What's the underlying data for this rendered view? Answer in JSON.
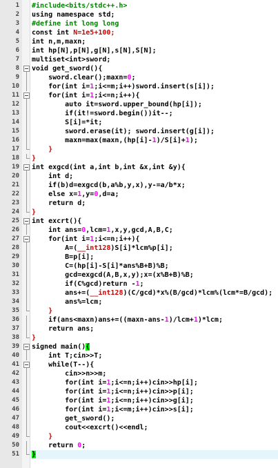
{
  "editor": {
    "lines": [
      {
        "n": "1",
        "fold": "",
        "html": "<span class=\"c-pre\">#include&lt;bits/stdc++.h&gt;</span>"
      },
      {
        "n": "2",
        "fold": "",
        "html": "using namespace std;"
      },
      {
        "n": "3",
        "fold": "",
        "html": "<span class=\"c-pre\">#define int long long</span>"
      },
      {
        "n": "4",
        "fold": "",
        "html": "const int <span class=\"c-red\">N=1e5+100;</span>"
      },
      {
        "n": "5",
        "fold": "",
        "html": "int n,m,maxn;"
      },
      {
        "n": "6",
        "fold": "",
        "html": "int hp[N],p[N],g[N],s[N],S[N];"
      },
      {
        "n": "7",
        "fold": "",
        "html": "multiset&lt;int&gt;sword;"
      },
      {
        "n": "8",
        "fold": "open",
        "html": "void get_sword(){"
      },
      {
        "n": "9",
        "fold": "line",
        "html": "    sword.clear();maxn=<span class=\"c-num\">0</span>;"
      },
      {
        "n": "10",
        "fold": "line",
        "html": "    for(int i=<span class=\"c-num\">1</span>;i&lt;=m;i++)sword.insert(s[i]);"
      },
      {
        "n": "11",
        "fold": "open",
        "html": "    for(int i=<span class=\"c-num\">1</span>;i&lt;=n;i++){"
      },
      {
        "n": "12",
        "fold": "line",
        "html": "        auto it=sword.upper_bound(hp[i]);"
      },
      {
        "n": "13",
        "fold": "line",
        "html": "        if(it!=sword.begin())it--;"
      },
      {
        "n": "14",
        "fold": "line",
        "html": "        S[i]=*it;"
      },
      {
        "n": "15",
        "fold": "line",
        "html": "        sword.erase(it); sword.insert(g[i]);"
      },
      {
        "n": "16",
        "fold": "line",
        "html": "        maxn=max(maxn,(hp[i]-<span class=\"c-num\">1</span>)/S[i]+<span class=\"c-num\">1</span>);"
      },
      {
        "n": "17",
        "fold": "end",
        "html": "    <span class=\"c-red\">}</span>"
      },
      {
        "n": "18",
        "fold": "end",
        "html": "<span class=\"c-red\">}</span>"
      },
      {
        "n": "19",
        "fold": "open",
        "html": "int exgcd(int a,int b,int &amp;x,int &amp;y){"
      },
      {
        "n": "20",
        "fold": "line",
        "html": "    int d;"
      },
      {
        "n": "21",
        "fold": "line",
        "html": "    if(b)d=exgcd(b,a%b,y,x),y-=a/b*x;"
      },
      {
        "n": "22",
        "fold": "line",
        "html": "    else x=<span class=\"c-num\">1</span>,y=<span class=\"c-num\">0</span>,d=a;"
      },
      {
        "n": "23",
        "fold": "line",
        "html": "    return d;"
      },
      {
        "n": "24",
        "fold": "end",
        "html": "<span class=\"c-red\">}</span>"
      },
      {
        "n": "25",
        "fold": "open",
        "html": "int excrt(){"
      },
      {
        "n": "26",
        "fold": "line",
        "html": "    int ans=<span class=\"c-num\">0</span>,lcm=<span class=\"c-num\">1</span>,x,y,gcd,A,B,C;"
      },
      {
        "n": "27",
        "fold": "open",
        "html": "    for(int i=<span class=\"c-num\">1</span>;i&lt;=n;i++){"
      },
      {
        "n": "28",
        "fold": "line",
        "html": "        A=(<span class=\"c-red\">__int128</span>)S[i]*lcm%p[i];"
      },
      {
        "n": "29",
        "fold": "line",
        "html": "        B=p[i];"
      },
      {
        "n": "30",
        "fold": "line",
        "html": "        C=(hp[i]-S[i]*ans%B+B)%B;"
      },
      {
        "n": "31",
        "fold": "line",
        "html": "        gcd=exgcd(A,B,x,y);x=(x%B+B)%B;"
      },
      {
        "n": "32",
        "fold": "line",
        "html": "        if(C%gcd)return -<span class=\"c-num\">1</span>;"
      },
      {
        "n": "33",
        "fold": "line",
        "html": "        ans+=(<span class=\"c-red\">__int128</span>)(C/gcd)*x%(B/gcd)*lcm%(lcm*=B/gcd);"
      },
      {
        "n": "34",
        "fold": "line",
        "html": "        ans%=lcm;"
      },
      {
        "n": "35",
        "fold": "end",
        "html": "    <span class=\"c-red\">}</span>"
      },
      {
        "n": "36",
        "fold": "line",
        "html": "    if(ans&lt;maxn)ans+=((maxn-ans-<span class=\"c-num\">1</span>)/lcm+<span class=\"c-num\">1</span>)*lcm;"
      },
      {
        "n": "37",
        "fold": "line",
        "html": "    return ans;"
      },
      {
        "n": "38",
        "fold": "end",
        "html": "<span class=\"c-red\">}</span>"
      },
      {
        "n": "39",
        "fold": "open",
        "html": "signed main()<span class=\"brace-match\">{</span>"
      },
      {
        "n": "40",
        "fold": "line",
        "html": "    int T;cin&gt;&gt;T;"
      },
      {
        "n": "41",
        "fold": "open",
        "html": "    while(T--){"
      },
      {
        "n": "42",
        "fold": "line",
        "html": "        cin&gt;&gt;n&gt;&gt;m;"
      },
      {
        "n": "43",
        "fold": "line",
        "html": "        for(int i=<span class=\"c-num\">1</span>;i&lt;=n;i++)cin&gt;&gt;hp[i];"
      },
      {
        "n": "44",
        "fold": "line",
        "html": "        for(int i=<span class=\"c-num\">1</span>;i&lt;=n;i++)cin&gt;&gt;p[i];"
      },
      {
        "n": "45",
        "fold": "line",
        "html": "        for(int i=<span class=\"c-num\">1</span>;i&lt;=n;i++)cin&gt;&gt;g[i];"
      },
      {
        "n": "46",
        "fold": "line",
        "html": "        for(int i=<span class=\"c-num\">1</span>;i&lt;=m;i++)cin&gt;&gt;s[i];"
      },
      {
        "n": "47",
        "fold": "line",
        "html": "        get_sword();"
      },
      {
        "n": "48",
        "fold": "line",
        "html": "        cout&lt;&lt;excrt()&lt;&lt;endl;"
      },
      {
        "n": "49",
        "fold": "end",
        "html": "    <span class=\"c-red\">}</span>"
      },
      {
        "n": "50",
        "fold": "line",
        "html": "    return <span class=\"c-num\">0</span>;"
      },
      {
        "n": "51",
        "fold": "end",
        "current": true,
        "html": "<span class=\"brace-match\">}</span>"
      }
    ]
  }
}
